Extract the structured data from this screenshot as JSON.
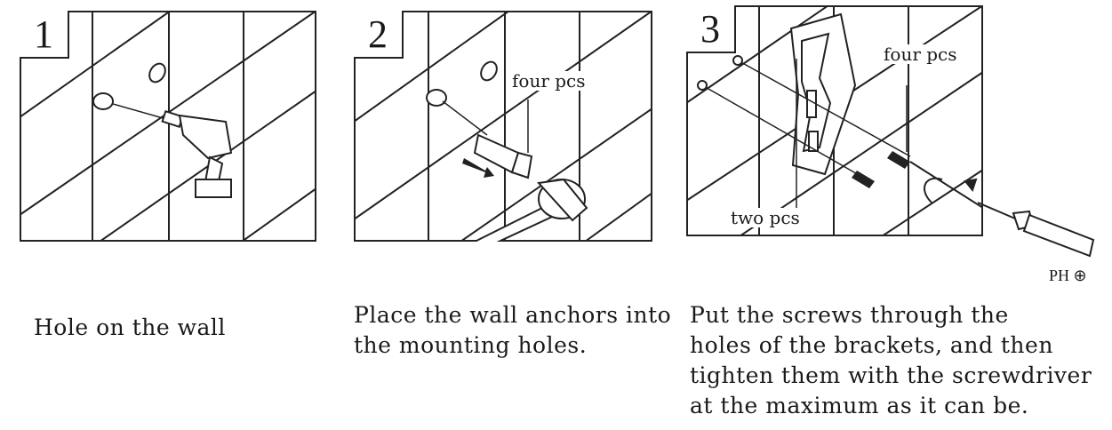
{
  "steps": [
    {
      "number": "1",
      "caption": [
        "Hole on the wall"
      ],
      "labels": []
    },
    {
      "number": "2",
      "caption": [
        "Place the wall anchors into",
        "the mounting holes."
      ],
      "labels": [
        "four pcs"
      ]
    },
    {
      "number": "3",
      "caption": [
        "Put the screws through the",
        "holes of the brackets, and then",
        "tighten them with the screwdriver",
        "at the maximum as it can be."
      ],
      "labels": [
        "four pcs",
        "two pcs"
      ]
    }
  ],
  "screwdriver_type": "PH ⊕",
  "colors": {
    "line": "#222222",
    "background": "#ffffff"
  }
}
